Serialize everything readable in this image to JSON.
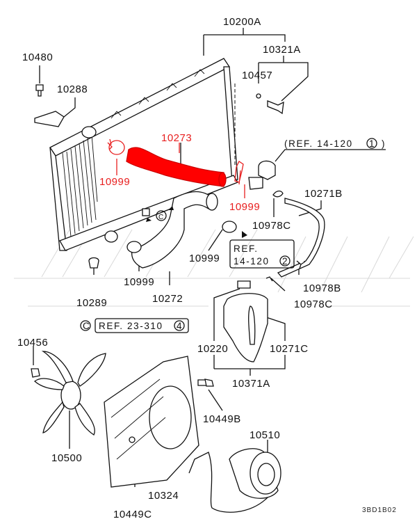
{
  "diagram": {
    "title": "Radiator & Cooling Fan Parts Diagram",
    "highlight_color": "#e81e1e",
    "figure_code": "3BD1B02",
    "parts": [
      {
        "id": "10200A",
        "label": "10200A",
        "name": "radiator-assembly",
        "highlighted": false
      },
      {
        "id": "10321A",
        "label": "10321A",
        "name": "radiator-drain-plug-assy",
        "highlighted": false
      },
      {
        "id": "10457",
        "label": "10457",
        "name": "drain-plug-gasket",
        "highlighted": false
      },
      {
        "id": "10480",
        "label": "10480",
        "name": "bolt",
        "highlighted": false
      },
      {
        "id": "10288",
        "label": "10288",
        "name": "radiator-upper-mount",
        "highlighted": false
      },
      {
        "id": "10273",
        "label": "10273",
        "name": "upper-radiator-hose",
        "highlighted": true
      },
      {
        "id": "10999a",
        "label": "10999",
        "name": "hose-clamp-left",
        "highlighted": true
      },
      {
        "id": "10999b",
        "label": "10999",
        "name": "hose-clamp-right",
        "highlighted": true
      },
      {
        "id": "10999c",
        "label": "10999",
        "name": "hose-clamp-lower-right",
        "highlighted": false
      },
      {
        "id": "10999d",
        "label": "10999",
        "name": "hose-clamp-lower-left",
        "highlighted": false
      },
      {
        "id": "10271B",
        "label": "10271B",
        "name": "overflow-hose",
        "highlighted": false
      },
      {
        "id": "10978C",
        "label": "10978C",
        "name": "hose-clip-upper",
        "highlighted": false
      },
      {
        "id": "10978B",
        "label": "10978B",
        "name": "hose-clip",
        "highlighted": false
      },
      {
        "id": "10978C2",
        "label": "10978C",
        "name": "hose-clip-lower",
        "highlighted": false
      },
      {
        "id": "10289",
        "label": "10289",
        "name": "radiator-lower-mount",
        "highlighted": false
      },
      {
        "id": "10272",
        "label": "10272",
        "name": "lower-radiator-hose",
        "highlighted": false
      },
      {
        "id": "10220",
        "label": "10220",
        "name": "reserve-tank-cap",
        "highlighted": false
      },
      {
        "id": "10271C",
        "label": "10271C",
        "name": "reserve-tank-hose",
        "highlighted": false
      },
      {
        "id": "10371A",
        "label": "10371A",
        "name": "reserve-tank-assy",
        "highlighted": false
      },
      {
        "id": "10456",
        "label": "10456",
        "name": "fan-nut",
        "highlighted": false
      },
      {
        "id": "10500",
        "label": "10500",
        "name": "radiator-fan",
        "highlighted": false
      },
      {
        "id": "10449B",
        "label": "10449B",
        "name": "shroud-bolt",
        "highlighted": false
      },
      {
        "id": "10449C",
        "label": "10449C",
        "name": "shroud-screw",
        "highlighted": false
      },
      {
        "id": "10324",
        "label": "10324",
        "name": "fan-shroud",
        "highlighted": false
      },
      {
        "id": "10510",
        "label": "10510",
        "name": "fan-motor",
        "highlighted": false
      }
    ],
    "references": [
      {
        "text": "(REF. 14-120",
        "circle": "1",
        "close": ")"
      },
      {
        "line1": "REF.",
        "line2": "14-120",
        "circle": "2"
      },
      {
        "prefix_circle": "C",
        "text": "REF. 23-310",
        "circle": "4"
      }
    ],
    "connector_marker": "C"
  }
}
